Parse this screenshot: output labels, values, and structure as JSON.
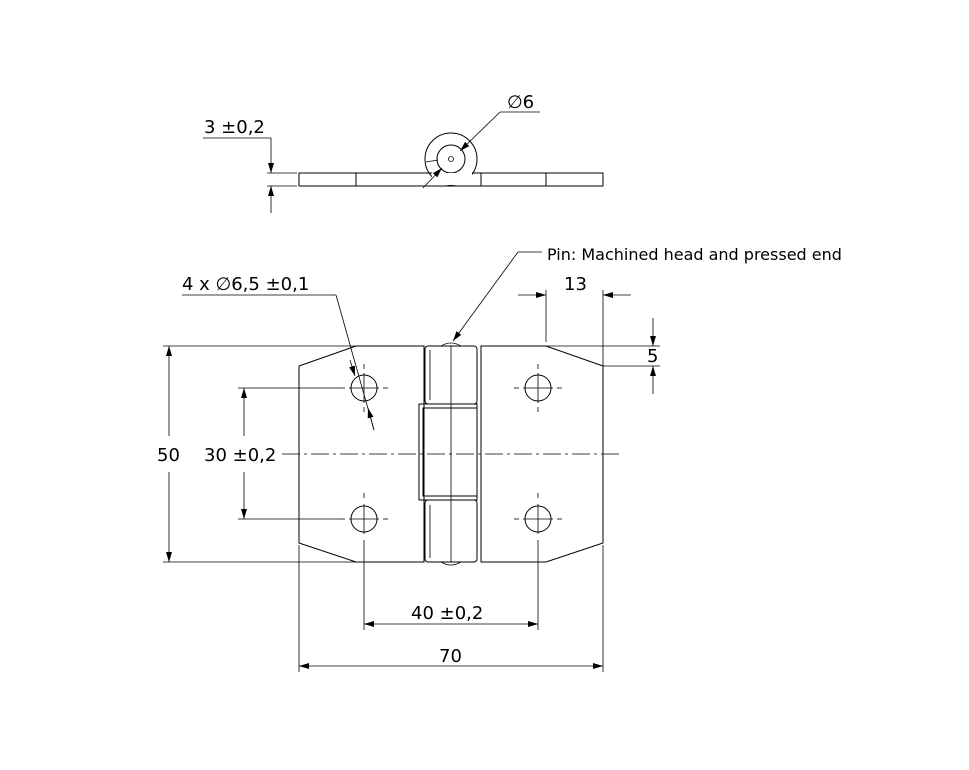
{
  "drawing": {
    "top_view": {
      "thickness_label": "3 ±0,2",
      "pin_diameter_label": "∅6"
    },
    "front_view": {
      "pin_note": "Pin: Machined head and pressed end",
      "holes_label": "4 x ∅6,5 ±0,1",
      "edge_offset_label": "13",
      "chamfer_label": "5",
      "height_label": "50",
      "hole_vertical_spacing_label": "30 ±0,2",
      "hole_horizontal_spacing_label": "40 ±0,2",
      "width_label": "70"
    }
  }
}
